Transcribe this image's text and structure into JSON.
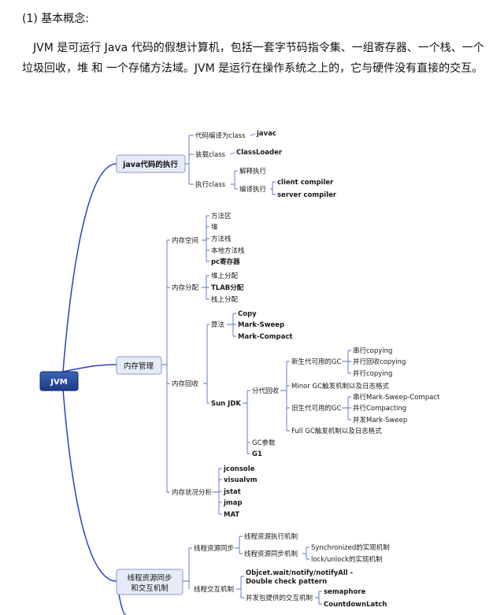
{
  "heading": "(1) 基本概念:",
  "paragraph": "JVM 是可运行 Java 代码的假想计算机，包括一套字节码指令集、一组寄存器、一个栈、一个垃圾回收，堆 和 一个存储方法域。JVM 是运行在操作系统之上的，它与硬件没有直接的交互。",
  "mindmap": {
    "root": "JVM",
    "java_exec": {
      "label": "java代码的执行",
      "compile": "代码编译为class",
      "javac": "javac",
      "load": "装载class",
      "classloader": "ClassLoader",
      "run": "执行class",
      "interpret": "解释执行",
      "compile_exec": "编译执行",
      "client": "client compiler",
      "server": "server compiler"
    },
    "memory": {
      "label": "内存管理",
      "space": {
        "label": "内存空间",
        "items": [
          "方法区",
          "堆",
          "方法栈",
          "本地方法栈",
          "pc寄存器"
        ]
      },
      "alloc": {
        "label": "内存分配",
        "items": [
          "堆上分配",
          "TLAB分配",
          "栈上分配"
        ]
      },
      "gc": {
        "label": "内存回收",
        "algo": "算法",
        "algos": [
          "Copy",
          "Mark-Sweep",
          "Mark-Compact"
        ],
        "sunjdk": "Sun JDK",
        "gen": "分代回收",
        "young": "新生代可用的GC",
        "young_items": [
          "串行copying",
          "并行回收copying",
          "并行copying"
        ],
        "minor": "Minor GC触发机制以及日志格式",
        "old": "旧生代可用的GC",
        "old_items": [
          "串行Mark-Sweep-Compact",
          "并行Compacting",
          "并发Mark-Sweep"
        ],
        "full": "Full GC触发机制以及日志格式",
        "gc_params": "GC参数",
        "g1": "G1"
      },
      "monitor": {
        "label": "内存状况分析",
        "items": [
          "jconsole",
          "visualvm",
          "jstat",
          "jmap",
          "MAT"
        ]
      }
    },
    "thread": {
      "label1": "线程资源同步",
      "label2": "和交互机制",
      "sync": "线程资源同步",
      "sync_exec": "线程资源执行机制",
      "sync_impl": "线程资源同步机制",
      "synchronized": "Synchronized的实现机制",
      "lock": "lock/unlock的实现机制",
      "interact": "线程交互机制",
      "wait1": "Objcet.wait/notify/notifyAll -",
      "wait2": "Double check pattern",
      "concurrent": "并发包提供的交互机制",
      "semaphore": "semaphore",
      "countdown": "CountdownLatch"
    }
  }
}
